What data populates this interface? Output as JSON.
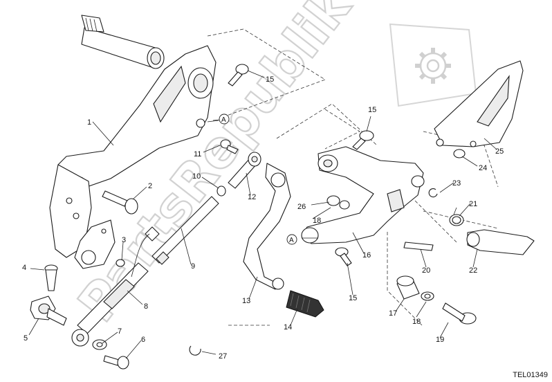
{
  "diagram": {
    "drawing_code": "TEL01349",
    "watermark": "PartsRepublik",
    "ref_marker": "A",
    "callouts": [
      "1",
      "2",
      "3",
      "4",
      "5",
      "6",
      "7",
      "8",
      "9",
      "10",
      "11",
      "12",
      "13",
      "14",
      "15",
      "15",
      "15",
      "16",
      "17",
      "18",
      "18",
      "19",
      "20",
      "21",
      "22",
      "23",
      "24",
      "25",
      "26",
      "27"
    ]
  }
}
